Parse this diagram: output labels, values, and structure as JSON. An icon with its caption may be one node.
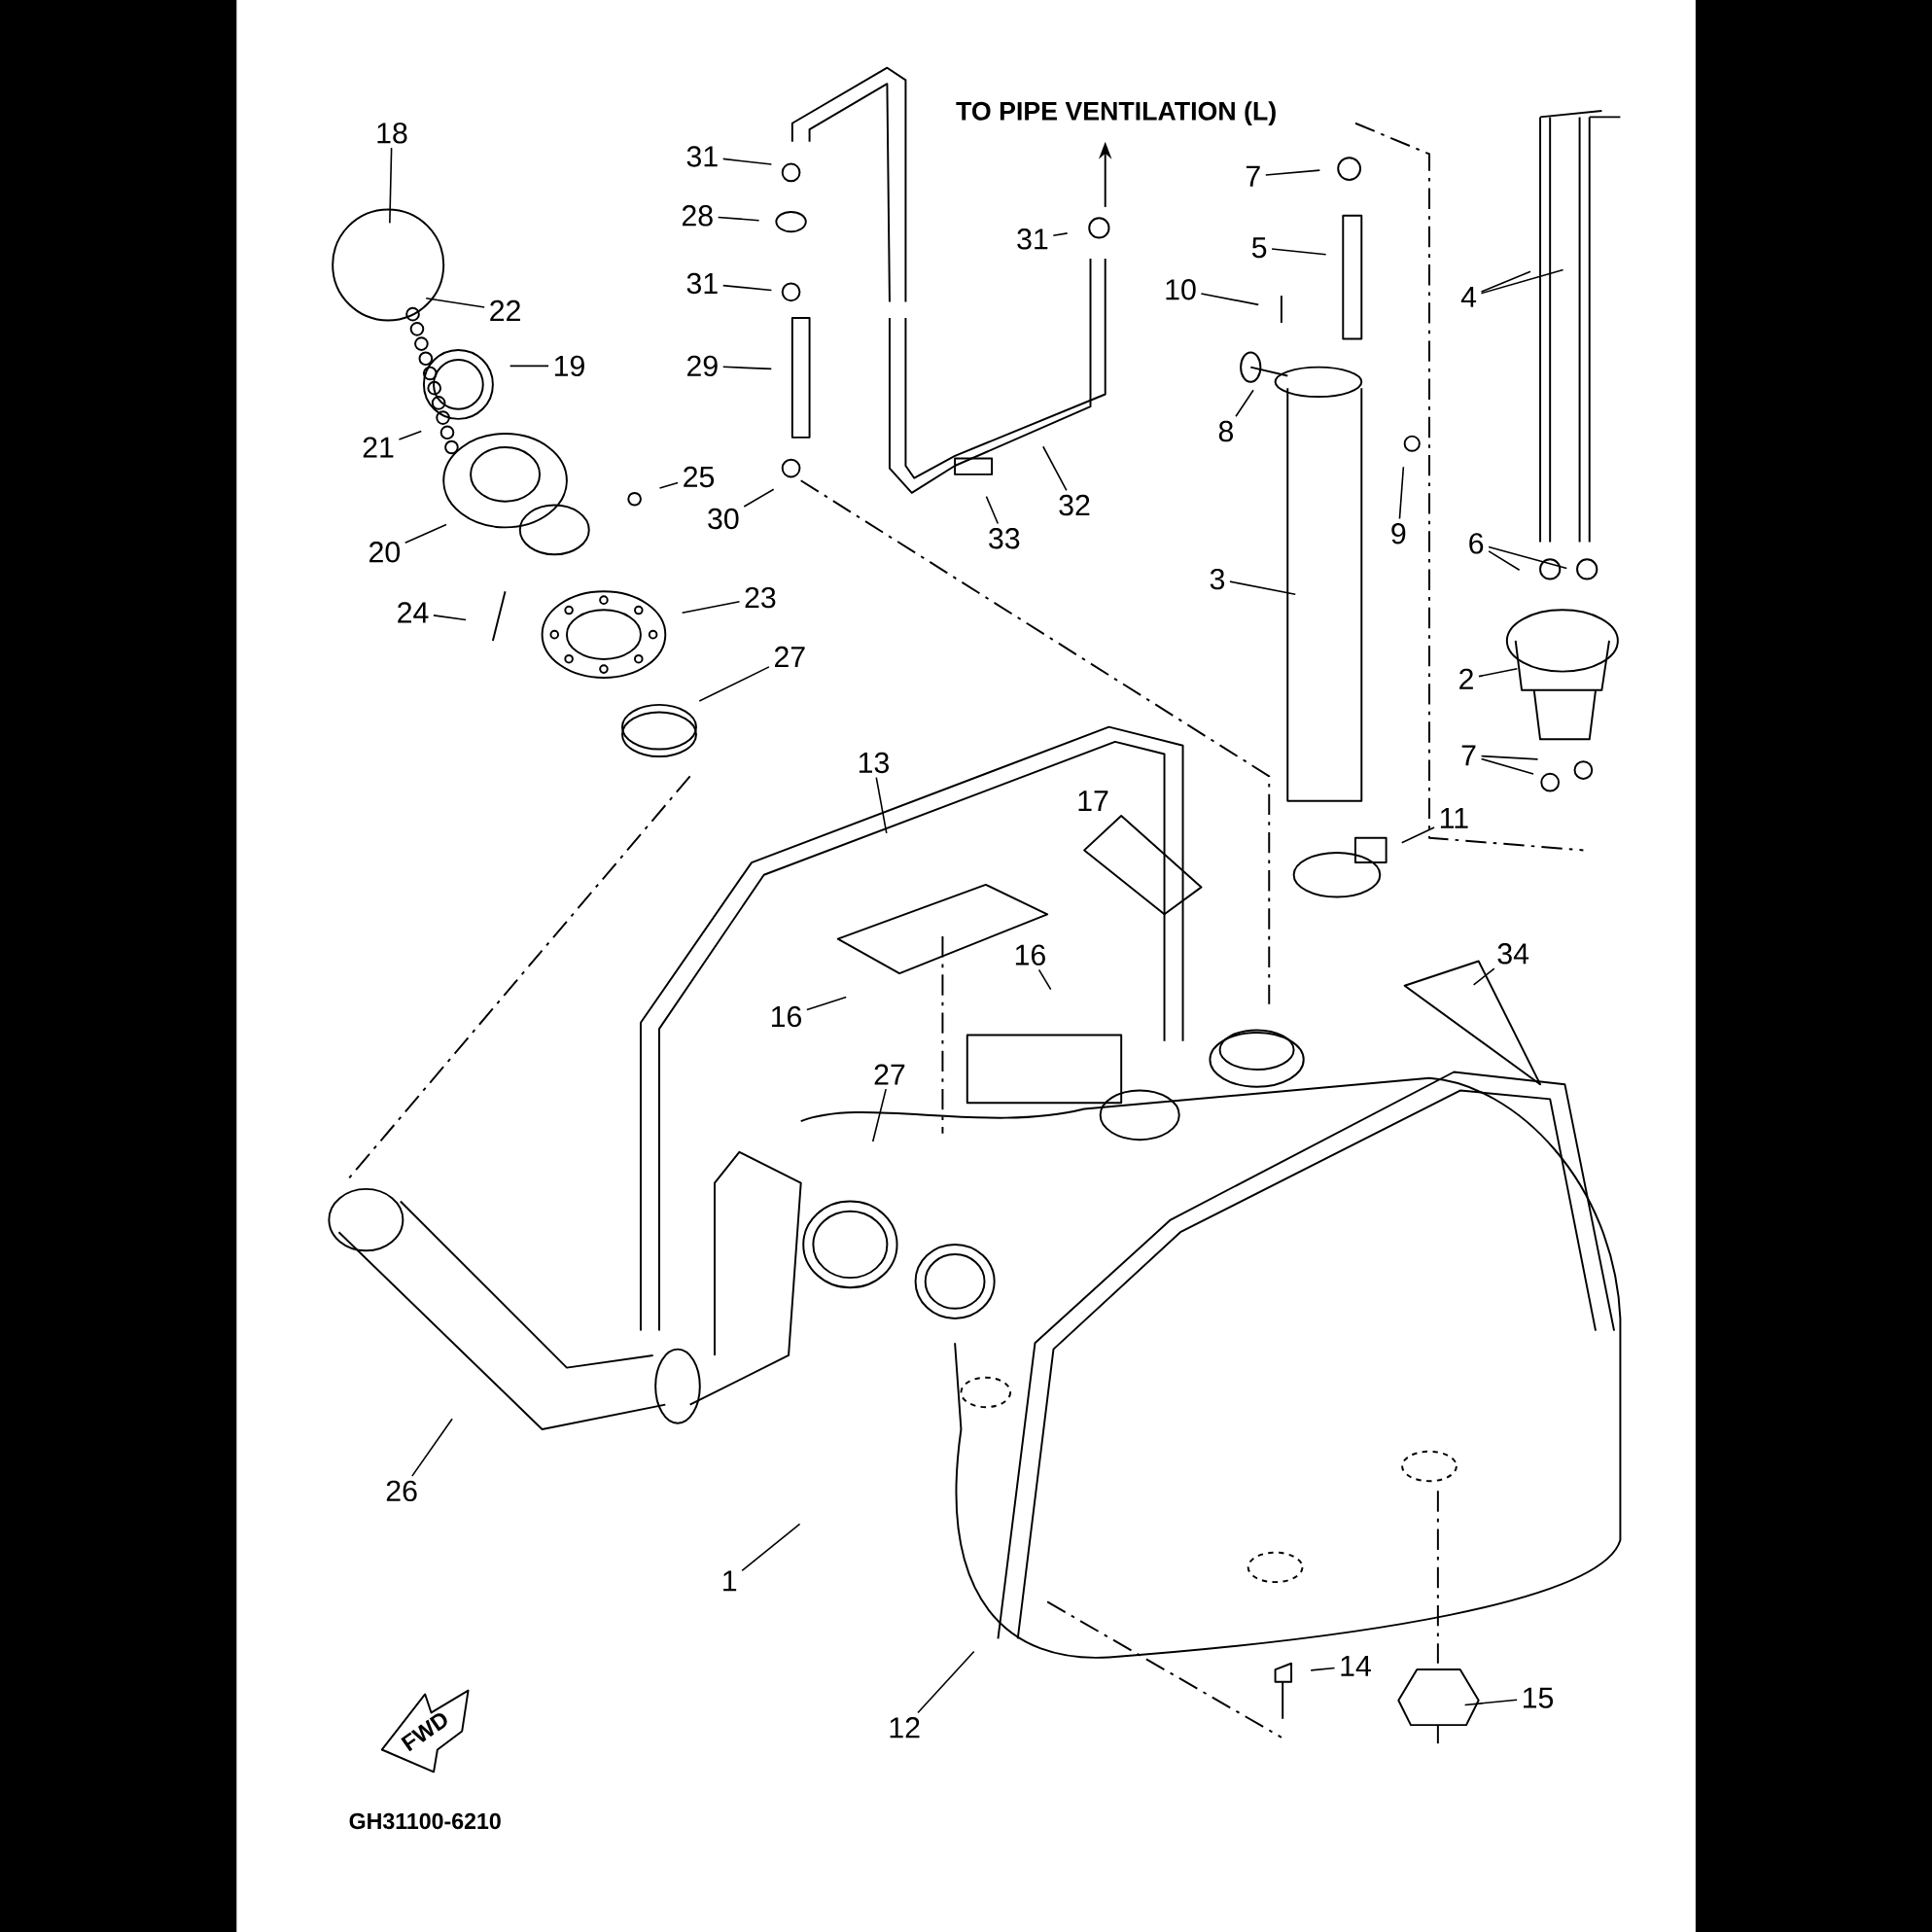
{
  "diagram": {
    "nodes": [
      {
        "text": [
          "18"
        ]
      },
      {
        "text": [
          "22"
        ]
      },
      {
        "text": [
          "19"
        ]
      },
      {
        "text": [
          "21"
        ]
      },
      {
        "text": [
          "20"
        ]
      },
      {
        "text": [
          "25"
        ]
      },
      {
        "text": [
          "24"
        ]
      },
      {
        "text": [
          "23"
        ]
      },
      {
        "text": [
          "27"
        ]
      },
      {
        "text": [
          "31"
        ]
      },
      {
        "text": [
          "28"
        ]
      },
      {
        "text": [
          "31"
        ]
      },
      {
        "text": [
          "29"
        ]
      },
      {
        "text": [
          "30"
        ]
      },
      {
        "text": [
          "33"
        ]
      },
      {
        "text": [
          "32"
        ]
      },
      {
        "text": [
          "31"
        ]
      },
      {
        "text": [
          "7"
        ]
      },
      {
        "text": [
          "5"
        ]
      },
      {
        "text": [
          "10"
        ]
      },
      {
        "text": [
          "8"
        ]
      },
      {
        "text": [
          "9"
        ]
      },
      {
        "text": [
          "3"
        ]
      },
      {
        "text": [
          "4"
        ]
      },
      {
        "text": [
          "6"
        ]
      },
      {
        "text": [
          "2"
        ]
      },
      {
        "text": [
          "7"
        ]
      },
      {
        "text": [
          "11"
        ]
      },
      {
        "text": [
          "13"
        ]
      },
      {
        "text": [
          "17"
        ]
      },
      {
        "text": [
          "16"
        ]
      },
      {
        "text": [
          "16"
        ]
      },
      {
        "text": [
          "34"
        ]
      },
      {
        "text": [
          "27"
        ]
      },
      {
        "text": [
          "26"
        ]
      },
      {
        "text": [
          "1"
        ]
      },
      {
        "text": [
          "12"
        ]
      },
      {
        "text": [
          "14"
        ]
      },
      {
        "text": [
          "15"
        ]
      }
    ],
    "edges": [
      {
        "from": 0,
        "to": null,
        "arrow": "none"
      },
      {
        "from": 1,
        "to": null,
        "arrow": "none"
      },
      {
        "from": 2,
        "to": null,
        "arrow": "none"
      },
      {
        "from": 3,
        "to": null,
        "arrow": "none"
      },
      {
        "from": 4,
        "to": null,
        "arrow": "none"
      },
      {
        "from": 5,
        "to": null,
        "arrow": "none"
      },
      {
        "from": 6,
        "to": null,
        "arrow": "none"
      },
      {
        "from": 7,
        "to": null,
        "arrow": "none"
      },
      {
        "from": 8,
        "to": null,
        "arrow": "none"
      },
      {
        "from": 9,
        "to": null,
        "arrow": "none"
      },
      {
        "from": 10,
        "to": null,
        "arrow": "none"
      },
      {
        "from": 11,
        "to": null,
        "arrow": "none"
      },
      {
        "from": 12,
        "to": null,
        "arrow": "none"
      },
      {
        "from": 13,
        "to": null,
        "arrow": "none"
      },
      {
        "from": 14,
        "to": null,
        "arrow": "none"
      },
      {
        "from": 15,
        "to": null,
        "arrow": "none"
      },
      {
        "from": 16,
        "to": null,
        "arrow": "none"
      },
      {
        "from": 17,
        "to": null,
        "arrow": "none"
      },
      {
        "from": 18,
        "to": null,
        "arrow": "none"
      },
      {
        "from": 19,
        "to": null,
        "arrow": "none"
      },
      {
        "from": 20,
        "to": null,
        "arrow": "none"
      },
      {
        "from": 21,
        "to": null,
        "arrow": "none"
      },
      {
        "from": 22,
        "to": null,
        "arrow": "none"
      },
      {
        "from": 23,
        "to": null,
        "arrow": "none"
      },
      {
        "from": 23,
        "to": null,
        "arrow": "none"
      },
      {
        "from": 24,
        "to": null,
        "arrow": "none"
      },
      {
        "from": 24,
        "to": null,
        "arrow": "none"
      },
      {
        "from": 25,
        "to": null,
        "arrow": "none"
      },
      {
        "from": 26,
        "to": null,
        "arrow": "none"
      },
      {
        "from": 26,
        "to": null,
        "arrow": "none"
      },
      {
        "from": 27,
        "to": null,
        "arrow": "none"
      },
      {
        "from": 28,
        "to": null,
        "arrow": "none"
      },
      {
        "from": 30,
        "to": null,
        "arrow": "none"
      },
      {
        "from": 31,
        "to": null,
        "arrow": "none"
      },
      {
        "from": 32,
        "to": null,
        "arrow": "none"
      },
      {
        "from": 33,
        "to": null,
        "arrow": "none"
      },
      {
        "from": 34,
        "to": null,
        "arrow": "none"
      },
      {
        "from": 35,
        "to": null,
        "arrow": "none"
      },
      {
        "from": 36,
        "to": null,
        "arrow": "none"
      },
      {
        "from": 37,
        "to": null,
        "arrow": "none"
      },
      {
        "from": 38,
        "to": null,
        "arrow": "none"
      }
    ],
    "labels": [
      "TO PIPE VENTILATION (L)",
      "FWD",
      "GH31100-6210"
    ]
  }
}
